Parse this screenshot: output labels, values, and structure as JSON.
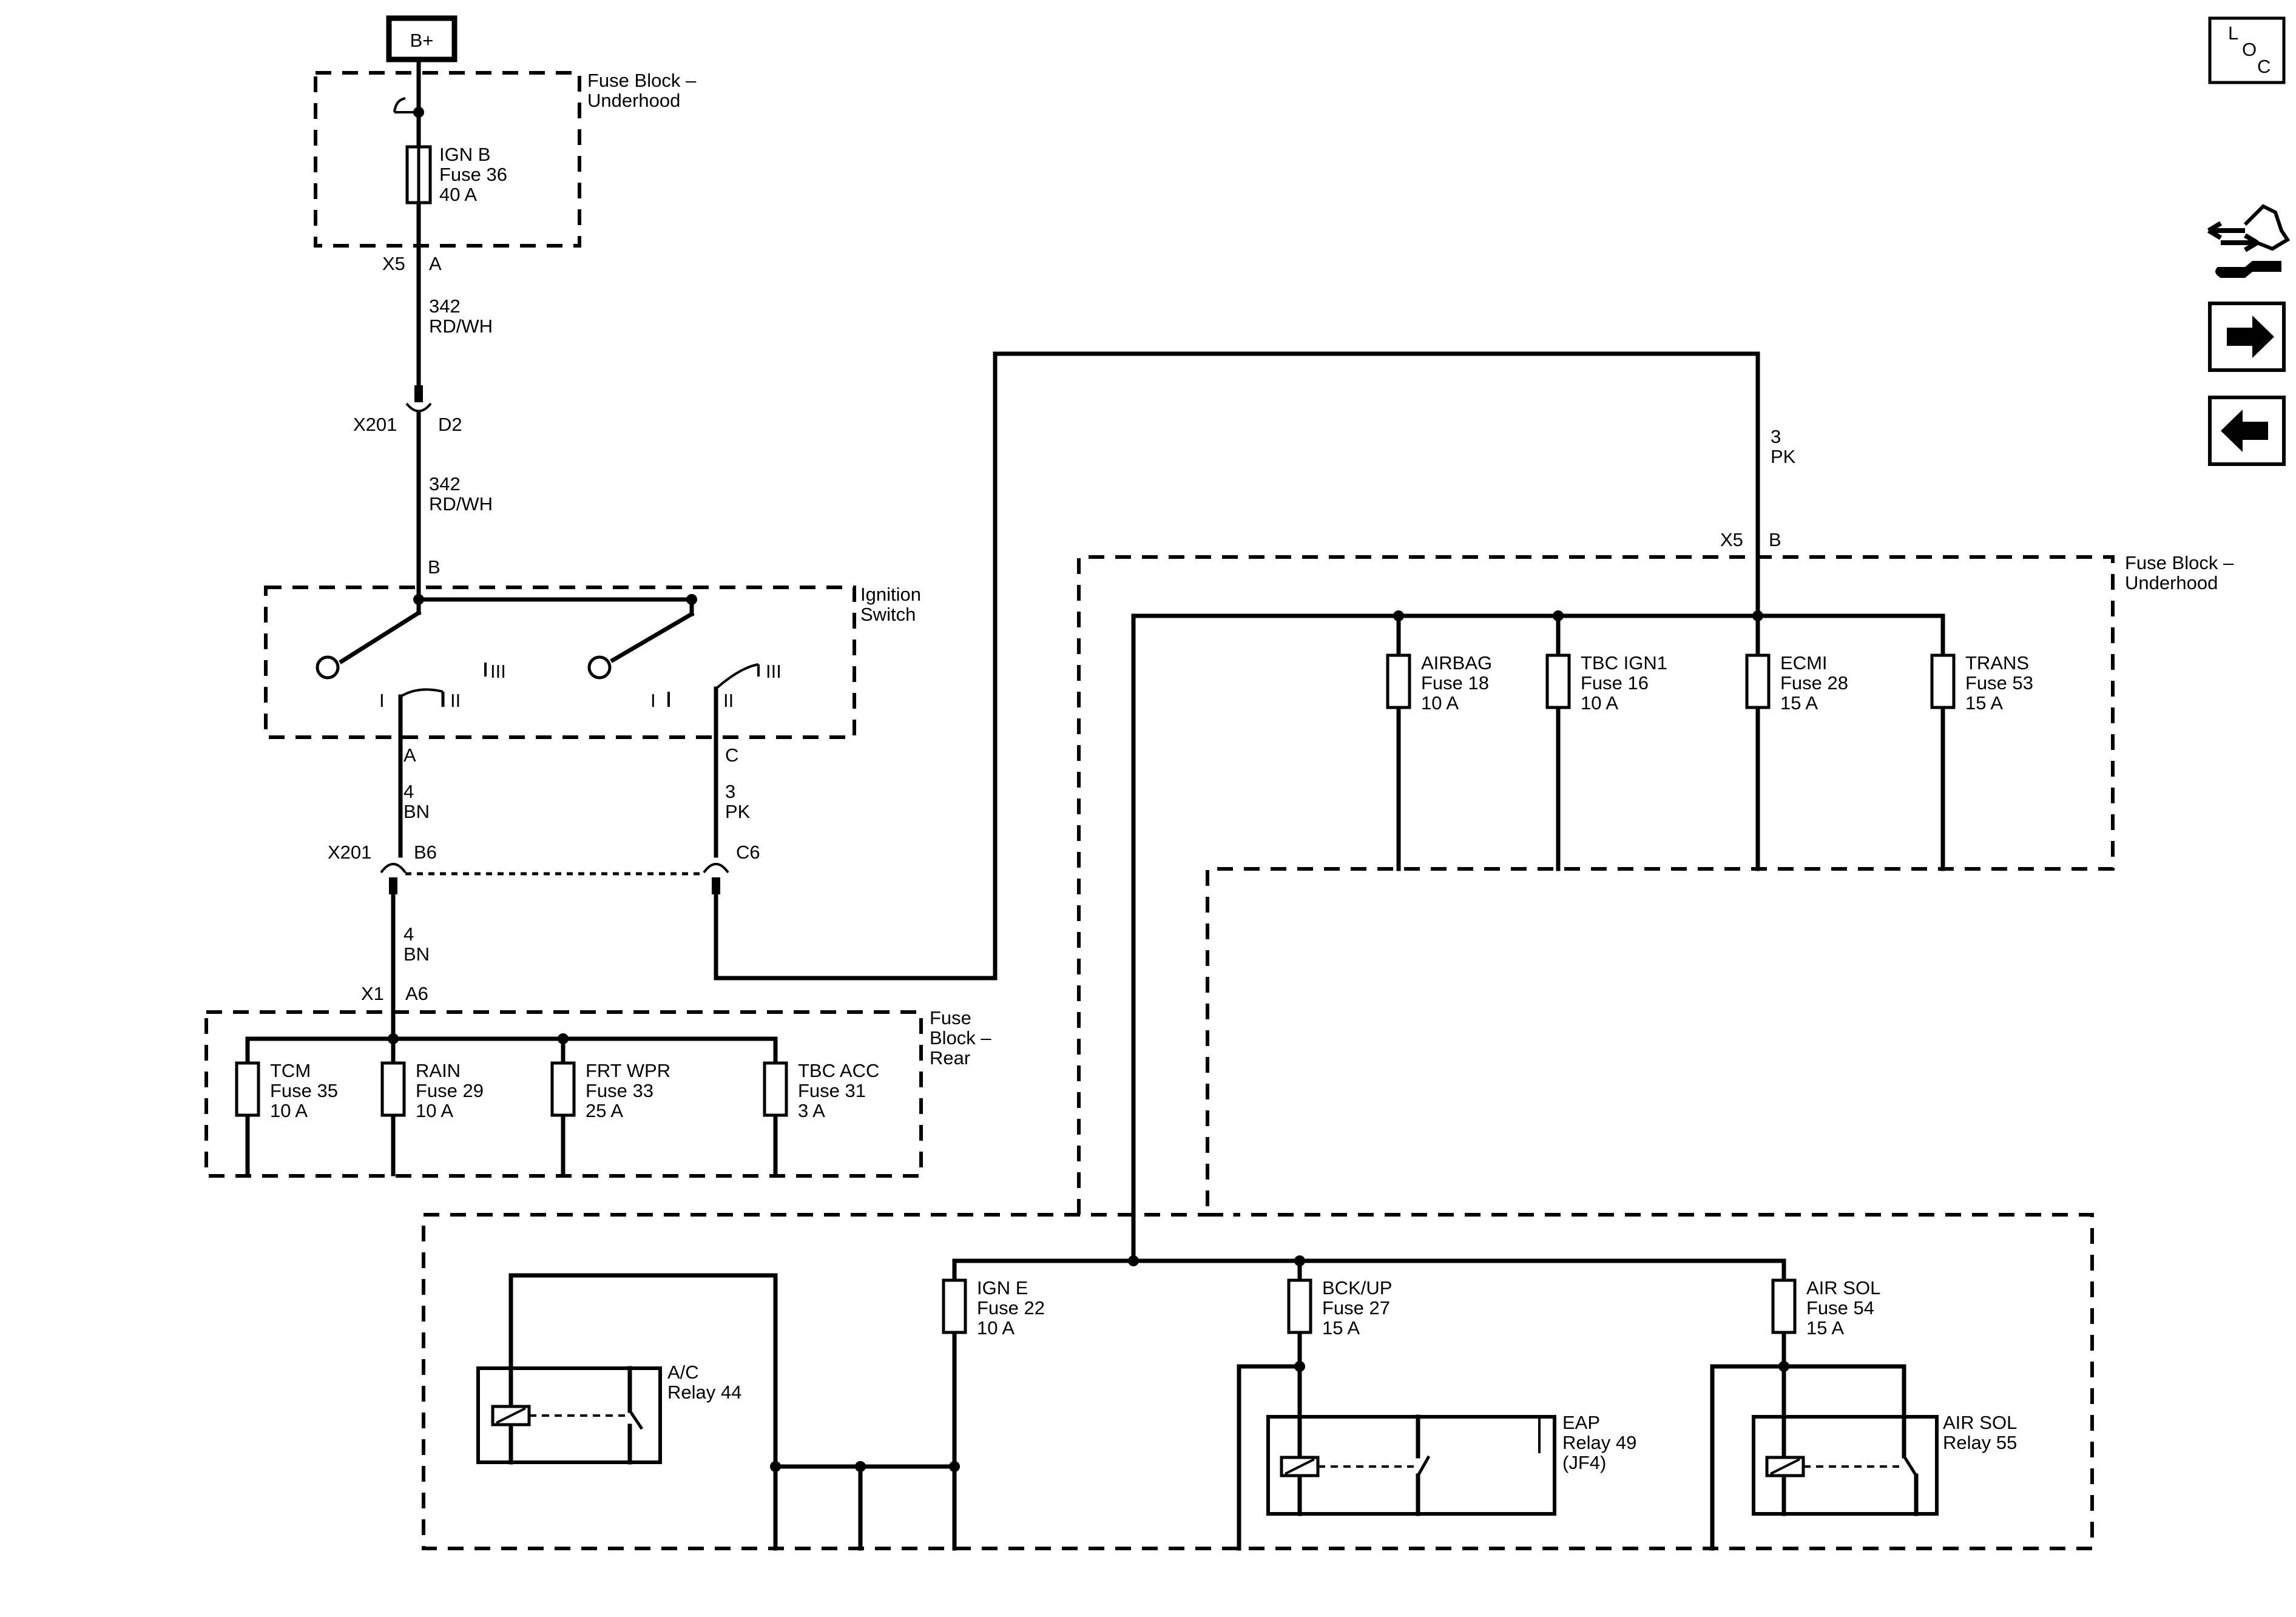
{
  "power_source": "B+",
  "nav": {
    "loc": [
      "L",
      "O",
      "C"
    ]
  },
  "fuse_block_top": [
    "Fuse Block –",
    "Underhood"
  ],
  "fuse_block_right": [
    "Fuse Block –",
    "Underhood"
  ],
  "fuse_block_rear": [
    "Fuse",
    "Block –",
    "Rear"
  ],
  "ignition_switch": [
    "Ignition",
    "Switch"
  ],
  "switch_positions": {
    "p1": "I",
    "p2": "II",
    "p3": "III",
    "p4": "I",
    "p5": "II",
    "p6": "III"
  },
  "fuses": {
    "ign_b": [
      "IGN B",
      "Fuse 36",
      "40 A"
    ],
    "tcm": [
      "TCM",
      "Fuse 35",
      "10 A"
    ],
    "rain": [
      "RAIN",
      "Fuse 29",
      "10 A"
    ],
    "frt_wpr": [
      "FRT WPR",
      "Fuse 33",
      "25 A"
    ],
    "tbc_acc": [
      "TBC ACC",
      "Fuse 31",
      "3 A"
    ],
    "airbag": [
      "AIRBAG",
      "Fuse 18",
      "10 A"
    ],
    "tbc_ign1": [
      "TBC IGN1",
      "Fuse 16",
      "10 A"
    ],
    "ecmi": [
      "ECMI",
      "Fuse 28",
      "15 A"
    ],
    "trans": [
      "TRANS",
      "Fuse 53",
      "15 A"
    ],
    "ign_e": [
      "IGN E",
      "Fuse 22",
      "10 A"
    ],
    "bck_up": [
      "BCK/UP",
      "Fuse 27",
      "15 A"
    ],
    "air_sol_f": [
      "AIR SOL",
      "Fuse 54",
      "15 A"
    ]
  },
  "relays": {
    "ac": [
      "A/C",
      "Relay 44"
    ],
    "eap": [
      "EAP",
      "Relay 49",
      "(JF4)"
    ],
    "air_sol": [
      "AIR SOL",
      "Relay 55"
    ]
  },
  "wires": {
    "w342a": [
      "342",
      "RD/WH"
    ],
    "w342b": [
      "342",
      "RD/WH"
    ],
    "w4bn_a": [
      "4",
      "BN"
    ],
    "w4bn_b": [
      "4",
      "BN"
    ],
    "w3pk_a": [
      "3",
      "PK"
    ],
    "w3pk_b": [
      "3",
      "PK"
    ]
  },
  "connectors": {
    "x5_top": "X5",
    "x5_top_pin": "A",
    "x201_top": "X201",
    "x201_top_pin": "D2",
    "sw_b": "B",
    "sw_a": "A",
    "sw_c": "C",
    "x201_bot": "X201",
    "x201_bot_pin_b6": "B6",
    "x201_bot_pin_c6": "C6",
    "x1": "X1",
    "x1_pin": "A6",
    "x5_right": "X5",
    "x5_right_pin": "B"
  }
}
